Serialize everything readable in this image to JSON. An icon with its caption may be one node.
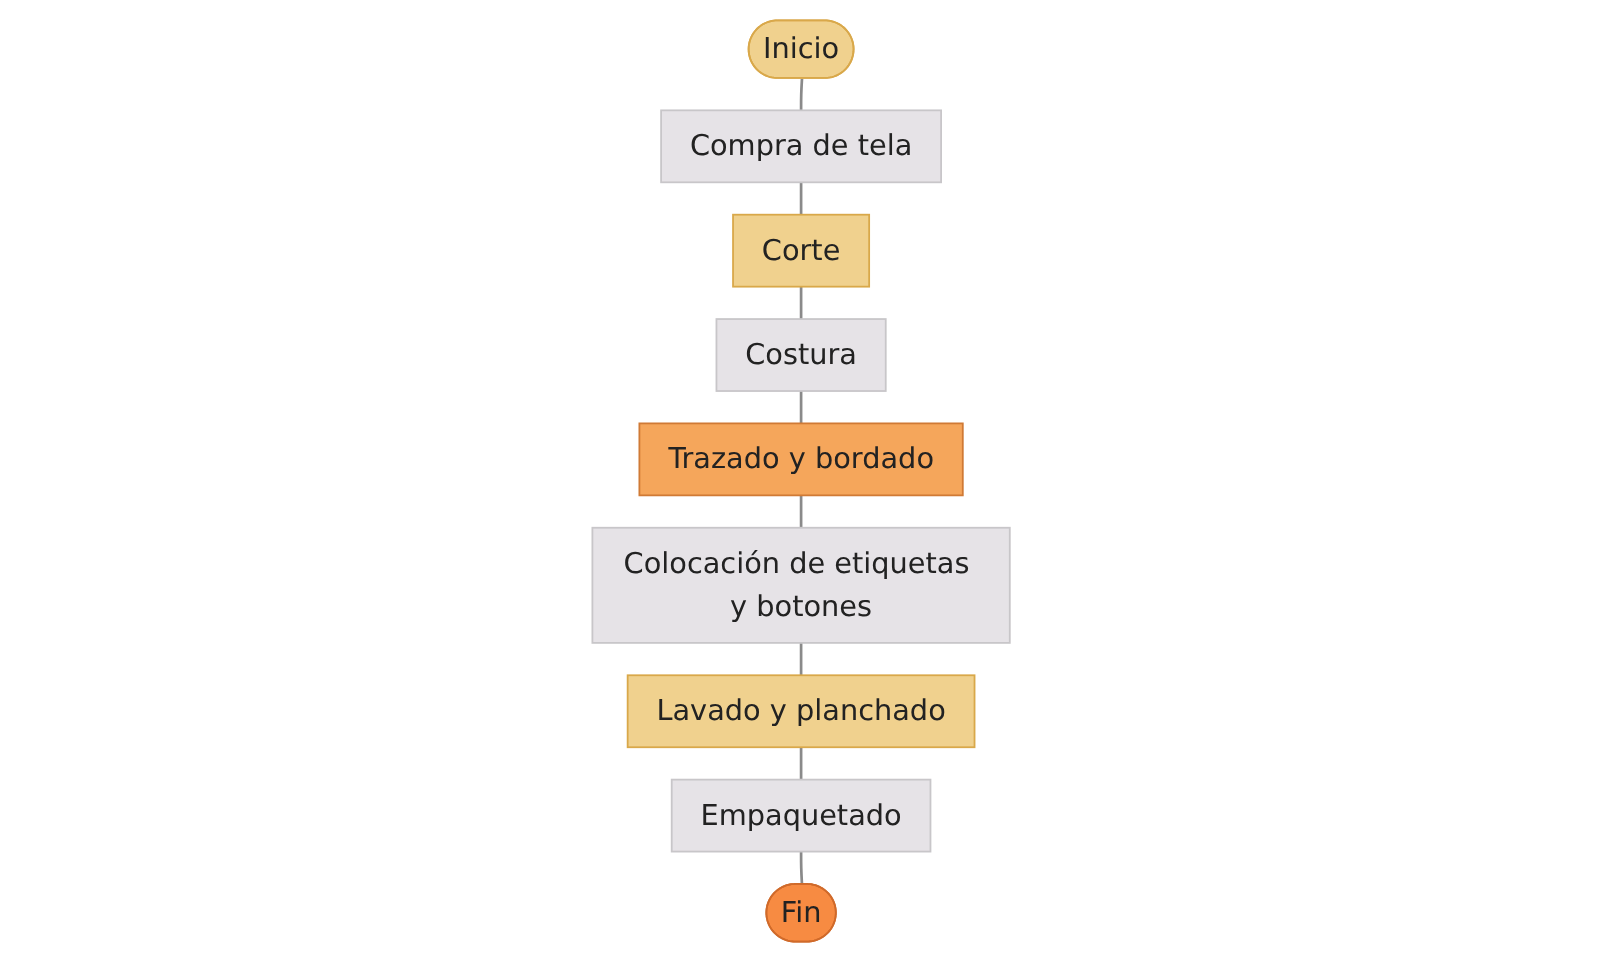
{
  "diagram": {
    "nodes": [
      {
        "text": [
          "Inicio"
        ]
      },
      {
        "text": [
          "Compra de tela"
        ]
      },
      {
        "text": [
          "Lavado y planchado"
        ]
      },
      {
        "text": [
          "Empaquetado"
        ]
      },
      {
        "text": [
          "Corte"
        ]
      },
      {
        "text": [
          "Colocación de etiquetas y botones"
        ]
      },
      {
        "text": [
          "Fin"
        ]
      },
      {
        "text": [
          "Costura"
        ]
      },
      {
        "text": [
          "Trazado y bordado"
        ]
      }
    ],
    "edges": [
      {
        "from": 0,
        "to": 1,
        "arrow": "none"
      },
      {
        "from": 1,
        "to": 4,
        "arrow": "none"
      },
      {
        "from": 4,
        "to": 7,
        "arrow": "none"
      },
      {
        "from": 7,
        "to": 8,
        "arrow": "none"
      },
      {
        "from": 8,
        "to": 5,
        "arrow": "none"
      },
      {
        "from": 5,
        "to": 2,
        "arrow": "none"
      },
      {
        "from": 2,
        "to": 3,
        "arrow": "none"
      },
      {
        "from": 3,
        "to": 6,
        "arrow": "none"
      }
    ]
  }
}
